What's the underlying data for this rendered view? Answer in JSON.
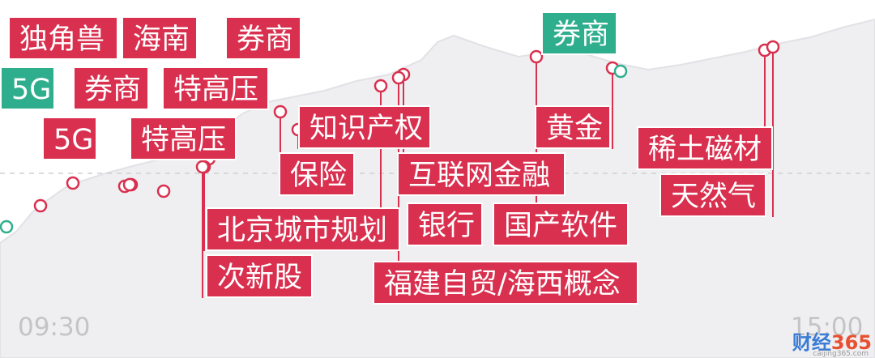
{
  "colors": {
    "tag_red": "#d9304f",
    "tag_teal": "#2fae8e",
    "area_fill": "#efeff2",
    "area_stroke": "#e2e2e6",
    "axis_text": "#c4c4c4"
  },
  "time_axis": {
    "start": "09:30",
    "end": "15:00"
  },
  "watermark": {
    "prefix": "财经",
    "number": "365",
    "sub": "caijing365.com"
  },
  "tags": [
    {
      "id": "dujiaoshou",
      "label": "独角兽",
      "color": "red"
    },
    {
      "id": "hainan",
      "label": "海南",
      "color": "red"
    },
    {
      "id": "quanshang-1",
      "label": "券商",
      "color": "red"
    },
    {
      "id": "5g-1",
      "label": "5G",
      "color": "teal"
    },
    {
      "id": "quanshang-2",
      "label": "券商",
      "color": "red"
    },
    {
      "id": "tegaoya-1",
      "label": "特高压",
      "color": "red"
    },
    {
      "id": "5g-2",
      "label": "5G",
      "color": "red"
    },
    {
      "id": "tegaoya-2",
      "label": "特高压",
      "color": "red"
    },
    {
      "id": "zhishichanquan",
      "label": "知识产权",
      "color": "red"
    },
    {
      "id": "baoxian",
      "label": "保险",
      "color": "red"
    },
    {
      "id": "beijingchengshiguihua",
      "label": "北京城市规划",
      "color": "red"
    },
    {
      "id": "cixingu",
      "label": "次新股",
      "color": "red"
    },
    {
      "id": "hulianwangjinrong",
      "label": "互联网金融",
      "color": "red"
    },
    {
      "id": "yinhang",
      "label": "银行",
      "color": "red"
    },
    {
      "id": "guochanruanjian",
      "label": "国产软件",
      "color": "red"
    },
    {
      "id": "fujianziimao",
      "label": "福建自贸/海西概念",
      "color": "red"
    },
    {
      "id": "huangjin",
      "label": "黄金",
      "color": "red"
    },
    {
      "id": "quanshang-3",
      "label": "券商",
      "color": "teal"
    },
    {
      "id": "xituci",
      "label": "稀土磁材",
      "color": "red"
    },
    {
      "id": "tianranqi",
      "label": "天然气",
      "color": "red"
    }
  ]
}
